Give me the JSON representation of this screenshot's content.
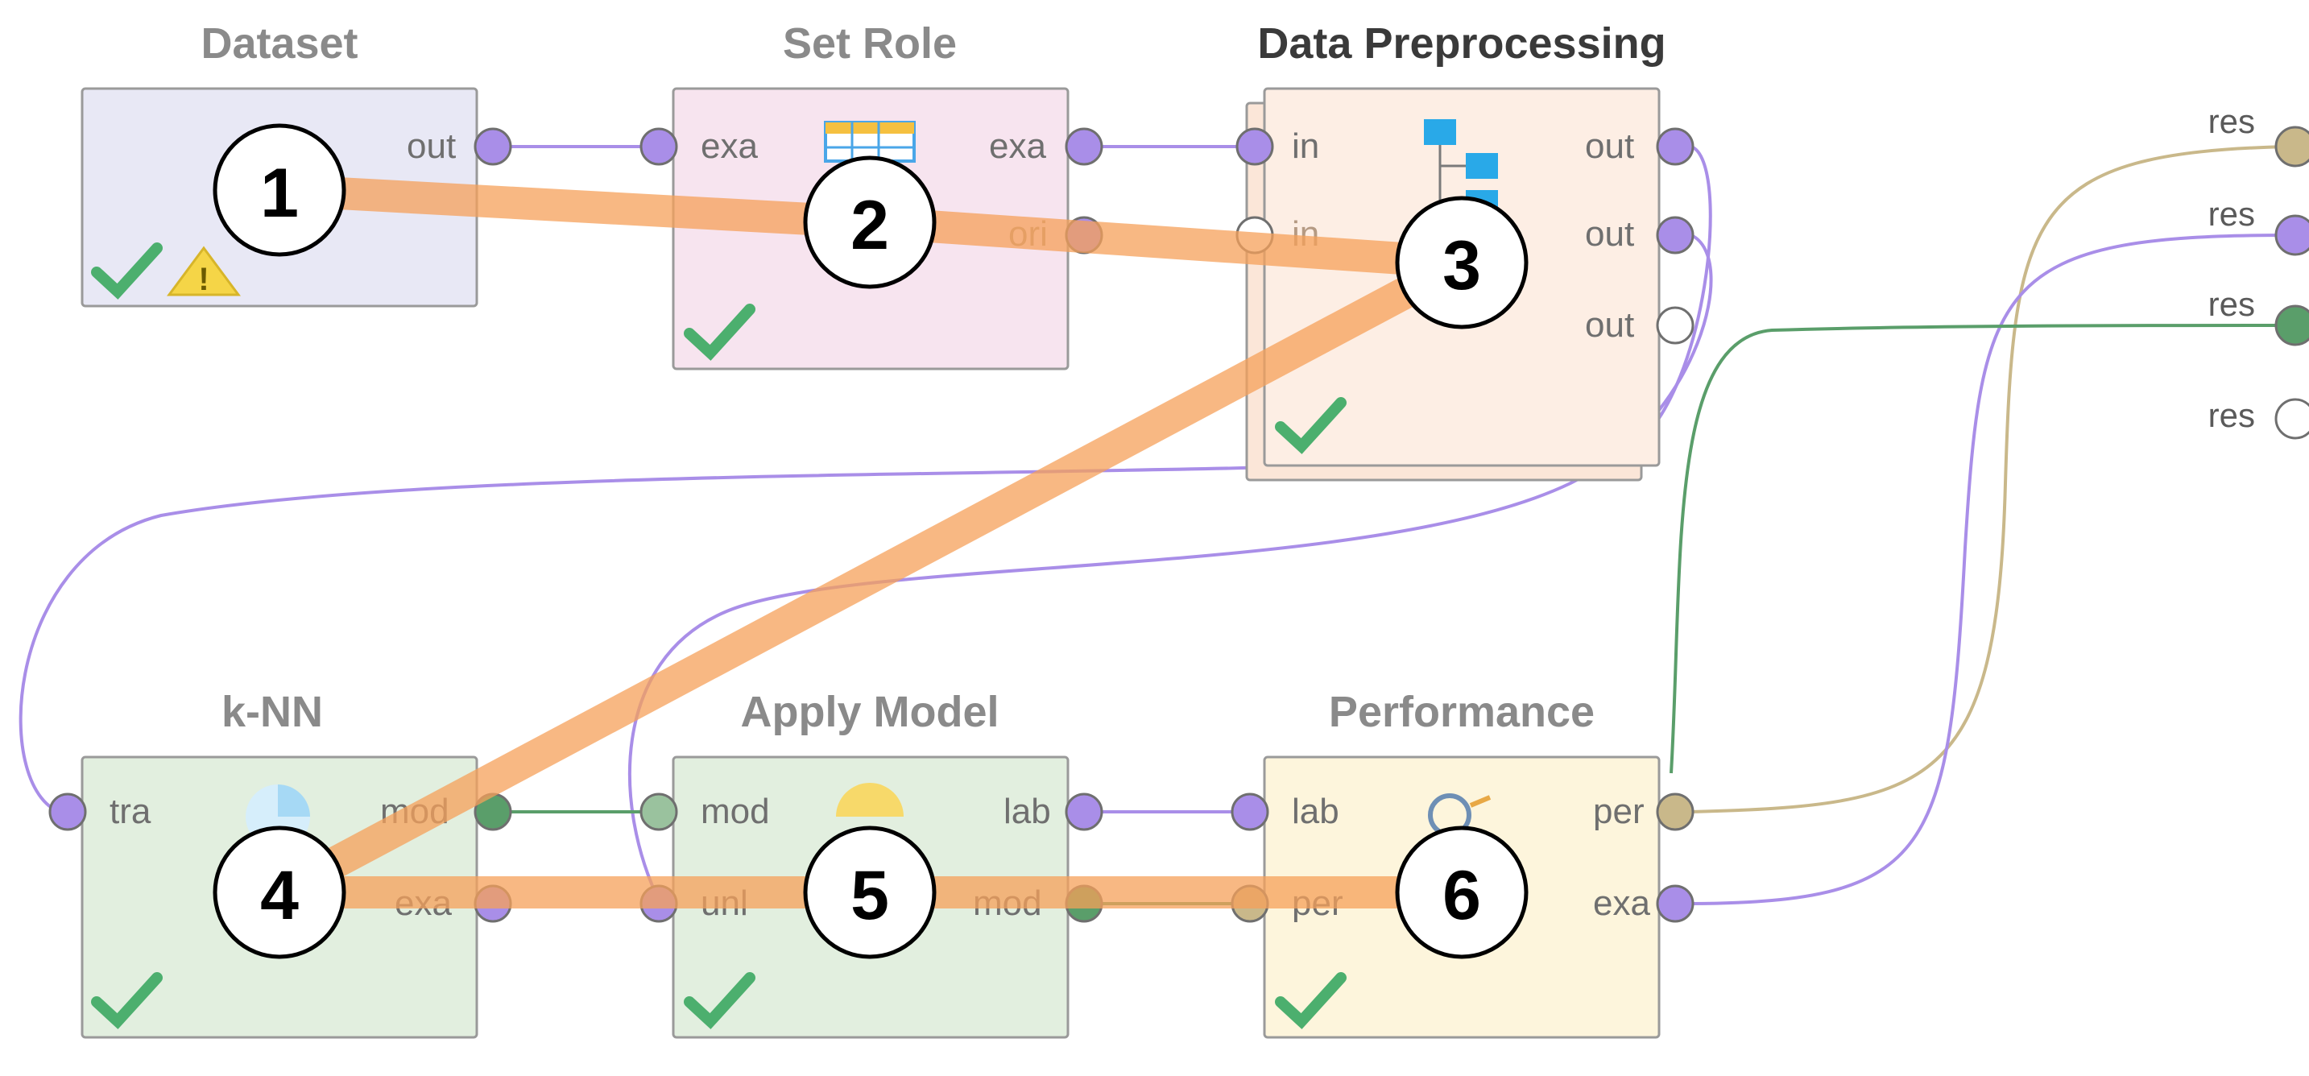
{
  "operators": [
    {
      "id": "dataset",
      "title": "Dataset",
      "step": "1",
      "in_ports": [],
      "out_ports": [
        "out"
      ],
      "status": "ok-warning"
    },
    {
      "id": "set-role",
      "title": "Set Role",
      "step": "2",
      "in_ports": [
        "exa"
      ],
      "out_ports": [
        "exa",
        "ori"
      ],
      "status": "ok"
    },
    {
      "id": "data-preprocessing",
      "title": "Data Preprocessing",
      "step": "3",
      "in_ports": [
        "in",
        "in"
      ],
      "out_ports": [
        "out",
        "out",
        "out"
      ],
      "status": "ok"
    },
    {
      "id": "knn",
      "title": "k-NN",
      "step": "4",
      "in_ports": [
        "tra"
      ],
      "out_ports": [
        "mod",
        "exa"
      ],
      "status": "ok"
    },
    {
      "id": "apply-model",
      "title": "Apply Model",
      "step": "5",
      "in_ports": [
        "mod",
        "unl"
      ],
      "out_ports": [
        "lab",
        "mod"
      ],
      "status": "ok"
    },
    {
      "id": "performance",
      "title": "Performance",
      "step": "6",
      "in_ports": [
        "lab",
        "per"
      ],
      "out_ports": [
        "per",
        "exa"
      ],
      "status": "ok"
    }
  ],
  "result_ports": [
    "res",
    "res",
    "res",
    "res"
  ],
  "colors": {
    "example_set_wire": "#a98ee8",
    "model_wire": "#5a9e6a",
    "performance_wire": "#c9b88a",
    "flow_highlight": "#f5a05a",
    "checkmark": "#4caf6e",
    "warning": "#f5d547"
  }
}
